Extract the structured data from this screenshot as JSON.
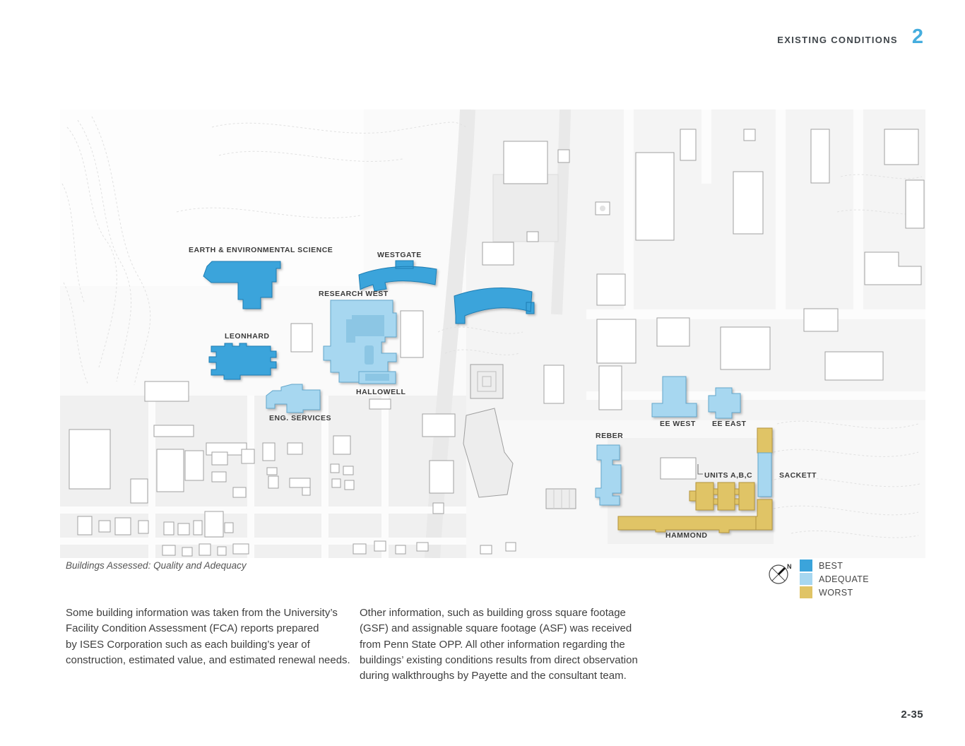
{
  "header": {
    "section_title": "EXISTING CONDITIONS",
    "chapter_number": "2"
  },
  "map": {
    "caption": "Buildings Assessed: Quality and Adequacy",
    "compass_label": "N",
    "buildings": [
      {
        "label": "EARTH & ENVIRONMENTAL SCIENCE",
        "status": "best"
      },
      {
        "label": "WESTGATE",
        "status": "best"
      },
      {
        "label": "RESEARCH WEST",
        "status": "adequate"
      },
      {
        "label": "LEONHARD",
        "status": "best"
      },
      {
        "label": "HALLOWELL",
        "status": "adequate"
      },
      {
        "label": "ENG. SERVICES",
        "status": "adequate"
      },
      {
        "label": "EE WEST",
        "status": "adequate"
      },
      {
        "label": "EE EAST",
        "status": "adequate"
      },
      {
        "label": "REBER",
        "status": "adequate"
      },
      {
        "label": "UNITS A,B,C",
        "status": "worst"
      },
      {
        "label": "SACKETT",
        "status": "worst"
      },
      {
        "label": "HAMMOND",
        "status": "worst"
      }
    ]
  },
  "legend": {
    "items": [
      {
        "label": "BEST",
        "color": "#3BA4DB"
      },
      {
        "label": "ADEQUATE",
        "color": "#A7D7F0"
      },
      {
        "label": "WORST",
        "color": "#E0C466"
      }
    ]
  },
  "colors": {
    "best": "#3BA4DB",
    "adequate": "#A7D7F0",
    "adequate_dark": "#8CC6E4",
    "worst": "#E0C466",
    "accent": "#45ADDE"
  },
  "body": {
    "col1": "Some building information was taken from the University’s\nFacility Condition Assessment (FCA) reports prepared\nby ISES Corporation such as each building’s year of\nconstruction, estimated value, and estimated renewal needs.",
    "col2": "Other information, such as building gross square footage\n(GSF) and assignable square footage (ASF) was received\nfrom Penn State OPP. All other information regarding the\nbuildings’ existing conditions results from direct observation\nduring walkthroughs by Payette and the consultant team."
  },
  "footer": {
    "page_number": "2-35"
  }
}
